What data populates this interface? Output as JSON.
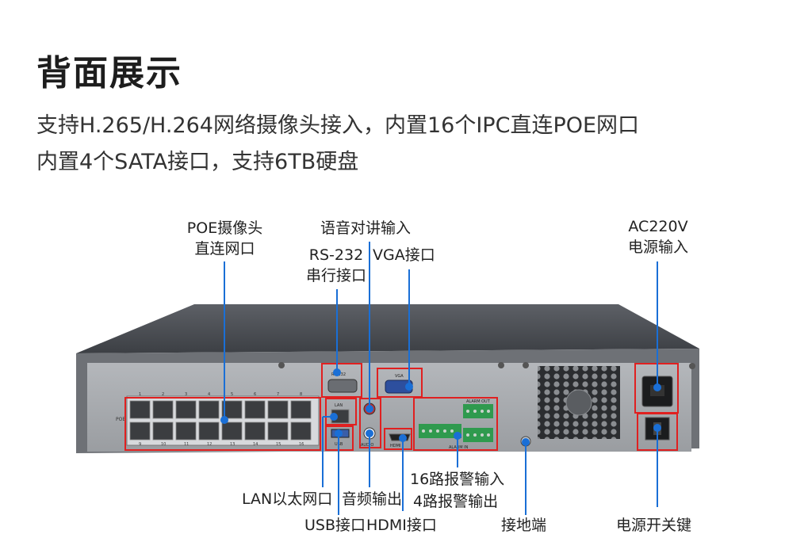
{
  "heading": "背面展示",
  "subtitle": {
    "line1": "支持H.265/H.264网络摄像头接入，内置16个IPC直连POE网口",
    "line2": "内置4个SATA接口，支持6TB硬盘"
  },
  "callouts": {
    "poe_line1": "POE摄像头",
    "poe_line2": "直连网口",
    "audio_in": "语音对讲输入",
    "rs232_line1": "RS-232",
    "rs232_line2": "串行接口",
    "vga": "VGA接口",
    "power_in_line1": "AC220V",
    "power_in_line2": "电源输入",
    "alarm_in": "16路报警输入",
    "alarm_out": "4路报警输出",
    "lan": "LAN以太网口",
    "audio_out": "音频输出",
    "usb": "USB接口",
    "hdmi": "HDMI接口",
    "ground": "接地端",
    "power_switch": "电源开关键"
  },
  "panel_text": {
    "poe": "POE",
    "port_numbers_top": [
      "1",
      "2",
      "3",
      "4",
      "5",
      "6",
      "7",
      "8"
    ],
    "port_numbers_bottom": [
      "9",
      "10",
      "11",
      "12",
      "13",
      "14",
      "15",
      "16"
    ],
    "rs232": "RS-232",
    "vga": "VGA",
    "lan": "LAN",
    "usb": "USB",
    "audio": "AUDIO",
    "hdmi": "HDMI",
    "alarm_out": "ALARM OUT",
    "alarm_in": "ALARM IN"
  },
  "colors": {
    "callout_line": "#1a6fd6",
    "highlight_box": "#e02020",
    "chassis_top": "#4a4d52",
    "panel": "#a9acb0"
  }
}
